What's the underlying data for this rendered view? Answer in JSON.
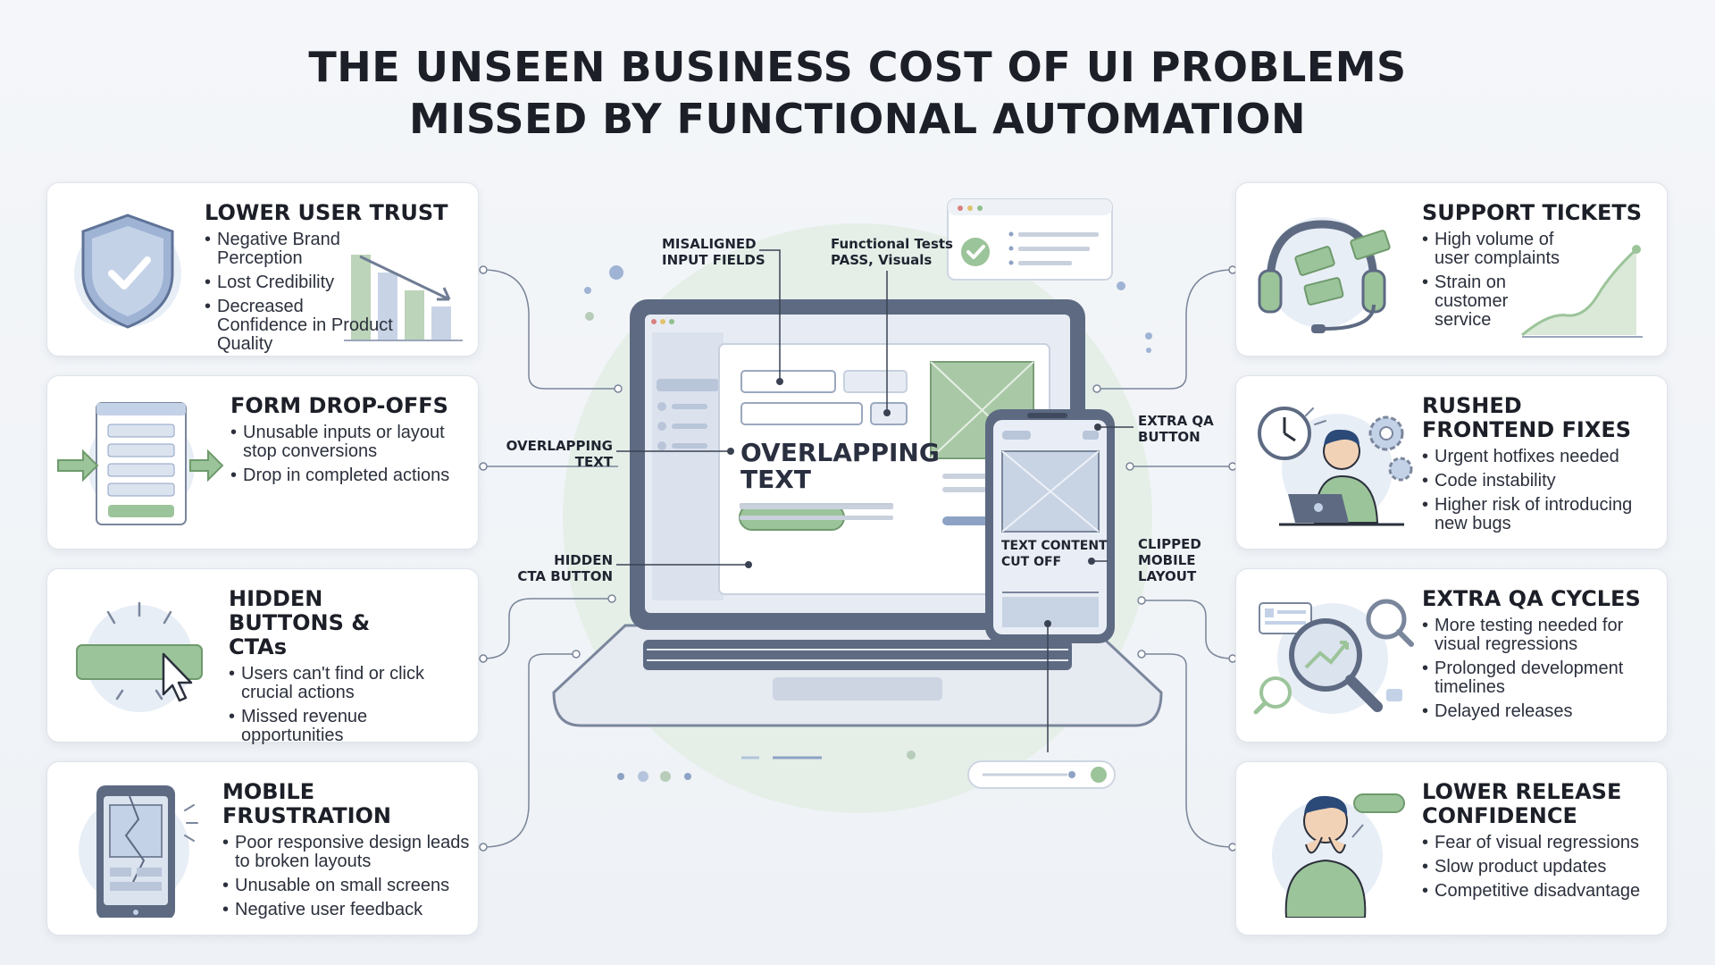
{
  "title": {
    "line1": "THE UNSEEN BUSINESS COST OF UI PROBLEMS",
    "line2": "MISSED BY FUNCTIONAL AUTOMATION"
  },
  "left_cards": [
    {
      "title": "LOWER USER TRUST",
      "icon": "shield-check-icon",
      "bullets": [
        "Negative Brand Perception",
        "Lost Credibility",
        "Decreased Confidence in Product Quality"
      ]
    },
    {
      "title": "FORM DROP-OFFS",
      "icon": "form-arrows-icon",
      "bullets": [
        "Unusable inputs or layout stop conversions",
        "Drop in completed actions"
      ]
    },
    {
      "title": "HIDDEN BUTTONS & CTAs",
      "icon": "cursor-button-icon",
      "bullets": [
        "Users can't find or click crucial actions",
        "Missed revenue opportunities"
      ]
    },
    {
      "title": "MOBILE FRUSTRATION",
      "icon": "broken-phone-icon",
      "bullets": [
        "Poor responsive design leads to broken layouts",
        "Unusable on small screens",
        "Negative user feedback"
      ]
    }
  ],
  "right_cards": [
    {
      "title": "SUPPORT TICKETS",
      "icon": "headset-tickets-icon",
      "bullets": [
        "High volume of user complaints",
        "Strain on customer service"
      ]
    },
    {
      "title": "RUSHED FRONTEND FIXES",
      "icon": "developer-clock-icon",
      "bullets": [
        "Urgent hotfixes needed",
        "Code instability",
        "Higher risk of introducing new bugs"
      ]
    },
    {
      "title": "EXTRA QA CYCLES",
      "icon": "magnifier-chart-icon",
      "bullets": [
        "More testing needed for visual regressions",
        "Prolonged development timelines",
        "Delayed releases"
      ]
    },
    {
      "title": "LOWER RELEASE CONFIDENCE",
      "icon": "worried-person-icon",
      "bullets": [
        "Fear of visual regressions",
        "Slow product updates",
        "Competitive disadvantage"
      ]
    }
  ],
  "callouts": {
    "misaligned": [
      "MISALIGNED",
      "INPUT FIELDS"
    ],
    "functional": [
      "Functional Tests",
      "PASS, Visuals"
    ],
    "overlapping": [
      "OVERLAPPING",
      "TEXT"
    ],
    "hidden_cta": [
      "HIDDEN",
      "CTA BUTTON"
    ],
    "extra_qa": [
      "EXTRA QA",
      "BUTTON"
    ],
    "clipped": [
      "CLIPPED",
      "MOBILE",
      "LAYOUT"
    ],
    "text_cut": [
      "TEXT CONTENT",
      "CUT OFF"
    ]
  },
  "screen_text": {
    "overlap_line1": "OVERLAPPING",
    "overlap_line2": "TEXT"
  },
  "colors": {
    "accent_green": "#9cc49a",
    "accent_blue": "#8da2c4",
    "line_gray": "#6b7280"
  }
}
